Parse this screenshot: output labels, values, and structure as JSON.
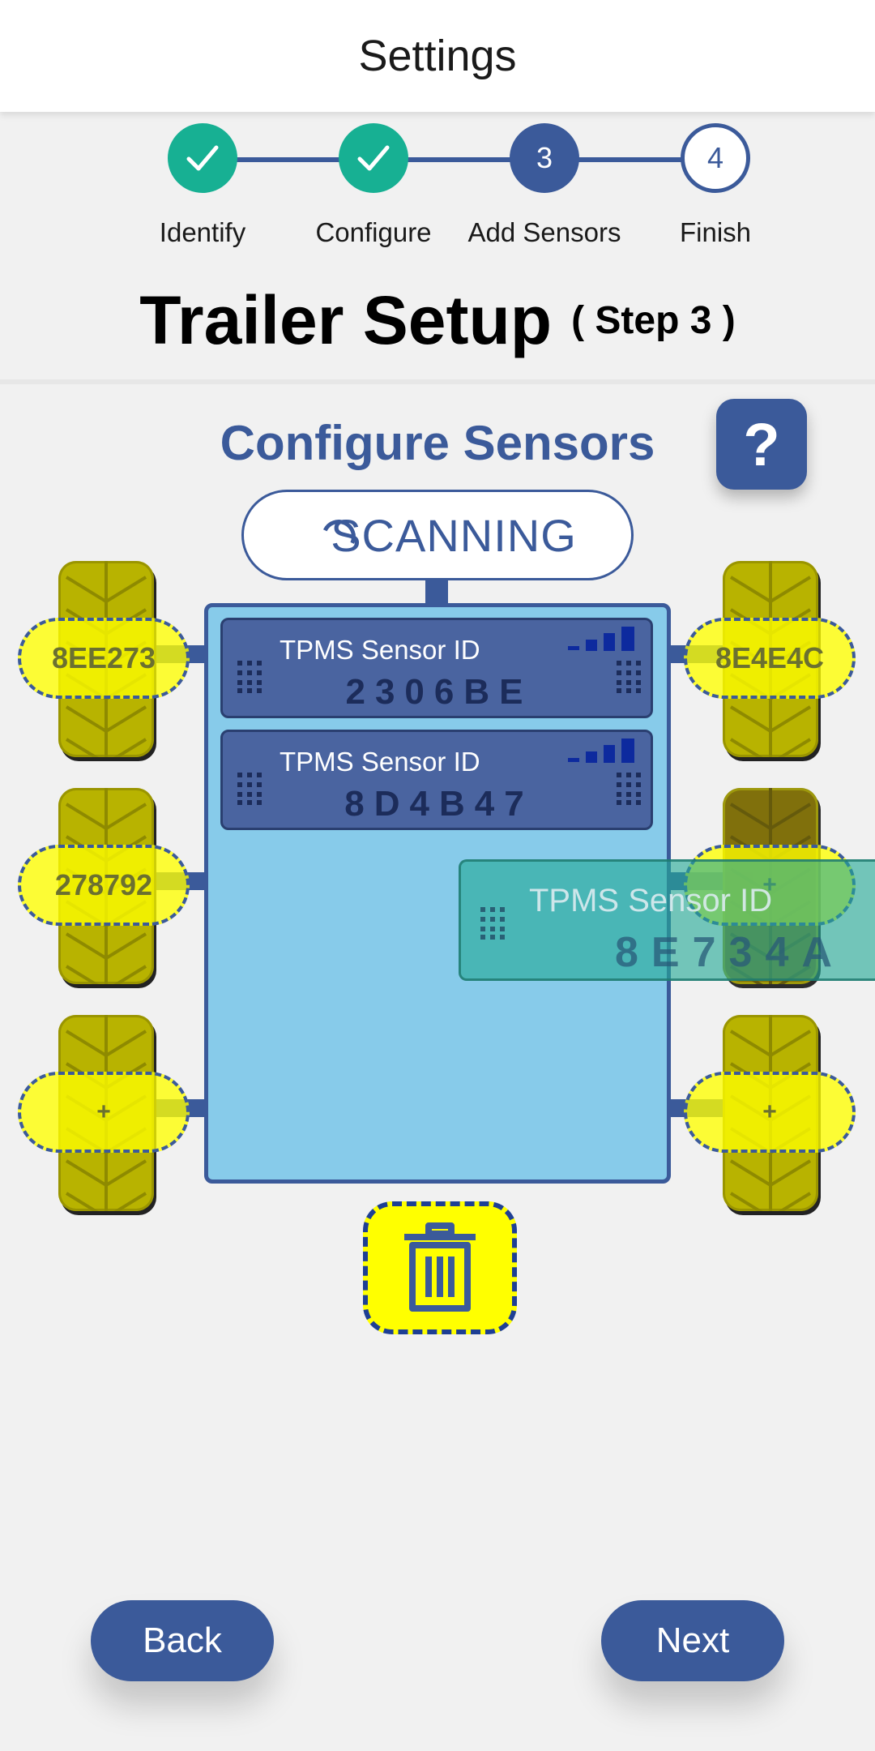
{
  "header": {
    "title": "Settings"
  },
  "stepper": {
    "steps": [
      {
        "label": "Identify",
        "status": "done",
        "number": ""
      },
      {
        "label": "Configure",
        "status": "done",
        "number": ""
      },
      {
        "label": "Add Sensors",
        "status": "active",
        "number": "3"
      },
      {
        "label": "Finish",
        "status": "pending",
        "number": "4"
      }
    ]
  },
  "title": {
    "main": "Trailer Setup",
    "step": "( Step 3 )"
  },
  "section": {
    "title": "Configure Sensors",
    "help": "?"
  },
  "scan": {
    "label": "SCANNING"
  },
  "sensor_cards": [
    {
      "label": "TPMS Sensor ID",
      "id": "2306BE"
    },
    {
      "label": "TPMS Sensor ID",
      "id": "8D4B47"
    }
  ],
  "dragged_card": {
    "label": "TPMS Sensor ID",
    "id": "8E734A"
  },
  "wheels": {
    "left": [
      "8EE273",
      "278792",
      "+"
    ],
    "right": [
      "8E4E4C",
      "+",
      "+"
    ]
  },
  "nav": {
    "back": "Back",
    "next": "Next"
  },
  "colors": {
    "primary": "#3b5a9a",
    "done": "#17b093",
    "trailer": "#87cbea",
    "slot": "#ffff00"
  },
  "icons": {
    "check": "check-icon",
    "help": "question-icon",
    "spinner": "spinner-icon",
    "grip": "drag-grip-icon",
    "signal": "signal-icon",
    "trash": "trash-icon"
  }
}
